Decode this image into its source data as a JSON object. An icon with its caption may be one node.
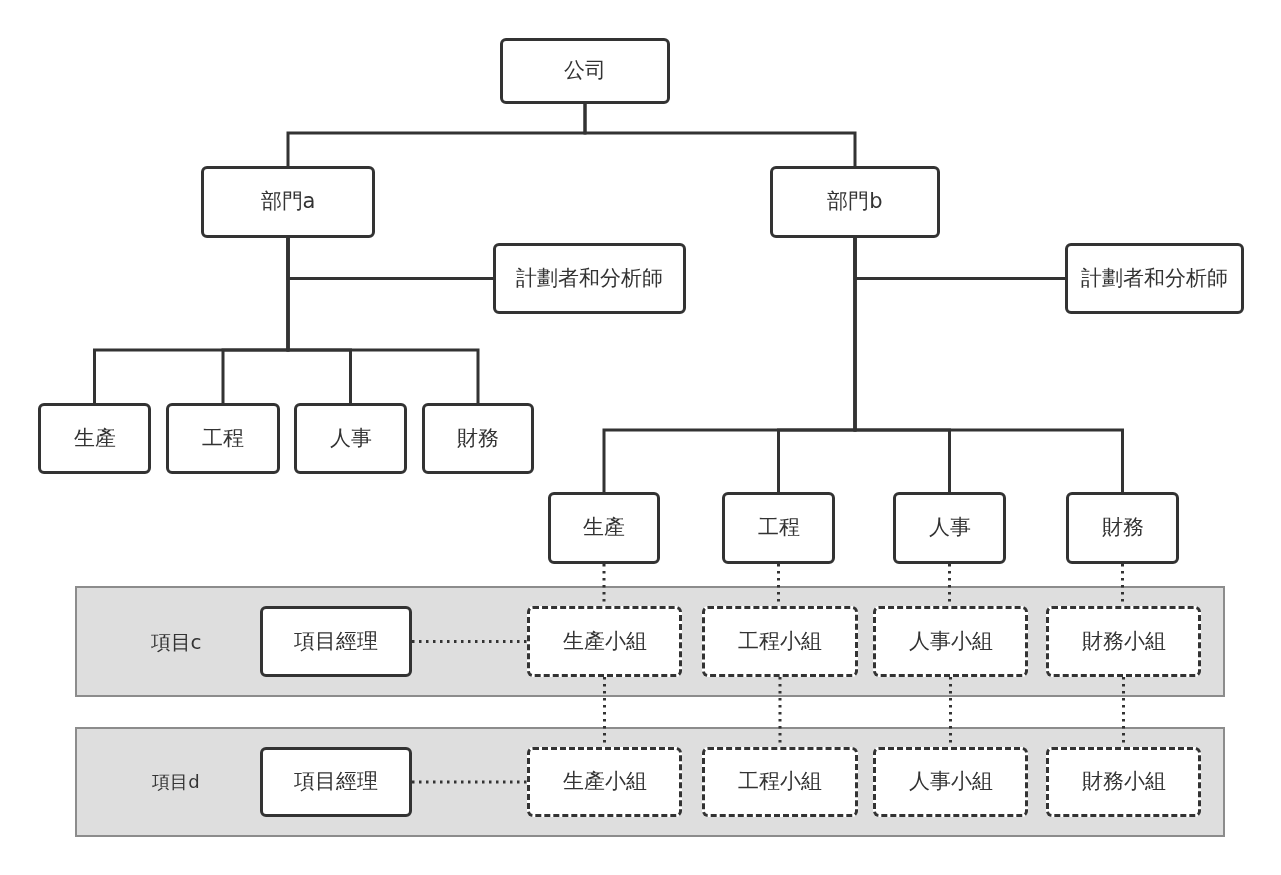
{
  "diagram": {
    "nodes": [
      {
        "text": [
          "公司"
        ]
      },
      {
        "text": [
          "部門a"
        ]
      },
      {
        "text": [
          "部門b"
        ]
      },
      {
        "text": [
          "計劃者和分析師"
        ]
      },
      {
        "text": [
          "計劃者和分析師"
        ]
      },
      {
        "text": [
          "生產"
        ]
      },
      {
        "text": [
          "工程"
        ]
      },
      {
        "text": [
          "人事"
        ]
      },
      {
        "text": [
          "財務"
        ]
      },
      {
        "text": [
          "生產"
        ]
      },
      {
        "text": [
          "工程"
        ]
      },
      {
        "text": [
          "人事"
        ]
      },
      {
        "text": [
          "財務"
        ]
      },
      {
        "text": [
          "項目c"
        ]
      },
      {
        "text": [
          "項目經理"
        ],
        "in": 13
      },
      {
        "text": [
          "生產小組"
        ],
        "in": 13
      },
      {
        "text": [
          "工程小組"
        ],
        "in": 13
      },
      {
        "text": [
          "人事小組"
        ],
        "in": 13
      },
      {
        "text": [
          "財務小組"
        ],
        "in": 13
      },
      {
        "text": [
          "項目d"
        ]
      },
      {
        "text": [
          "項目經理"
        ],
        "in": 19
      },
      {
        "text": [
          "生產小組"
        ],
        "in": 19
      },
      {
        "text": [
          "工程小組"
        ],
        "in": 19
      },
      {
        "text": [
          "人事小組"
        ],
        "in": 19
      },
      {
        "text": [
          "財務小組"
        ],
        "in": 19
      }
    ],
    "edges": [
      {
        "from": 0,
        "to": 1,
        "arrow": "none"
      },
      {
        "from": 0,
        "to": 2,
        "arrow": "none"
      },
      {
        "from": 1,
        "to": 3,
        "arrow": "none"
      },
      {
        "from": 1,
        "to": 5,
        "arrow": "none"
      },
      {
        "from": 1,
        "to": 6,
        "arrow": "none"
      },
      {
        "from": 1,
        "to": 7,
        "arrow": "none"
      },
      {
        "from": 1,
        "to": 8,
        "arrow": "none"
      },
      {
        "from": 2,
        "to": 4,
        "arrow": "none"
      },
      {
        "from": 2,
        "to": 9,
        "arrow": "none"
      },
      {
        "from": 2,
        "to": 10,
        "arrow": "none"
      },
      {
        "from": 2,
        "to": 11,
        "arrow": "none"
      },
      {
        "from": 2,
        "to": 12,
        "arrow": "none"
      },
      {
        "from": 9,
        "to": 15,
        "arrow": "none",
        "style": "dashed"
      },
      {
        "from": 10,
        "to": 16,
        "arrow": "none",
        "style": "dashed"
      },
      {
        "from": 11,
        "to": 17,
        "arrow": "none",
        "style": "dashed"
      },
      {
        "from": 12,
        "to": 18,
        "arrow": "none",
        "style": "dashed"
      },
      {
        "from": 14,
        "to": 15,
        "arrow": "none",
        "style": "dashed"
      },
      {
        "from": 15,
        "to": 21,
        "arrow": "none",
        "style": "dashed"
      },
      {
        "from": 16,
        "to": 22,
        "arrow": "none",
        "style": "dashed"
      },
      {
        "from": 17,
        "to": 23,
        "arrow": "none",
        "style": "dashed"
      },
      {
        "from": 18,
        "to": 24,
        "arrow": "none",
        "style": "dashed"
      },
      {
        "from": 20,
        "to": 21,
        "arrow": "none",
        "style": "dashed"
      }
    ]
  }
}
